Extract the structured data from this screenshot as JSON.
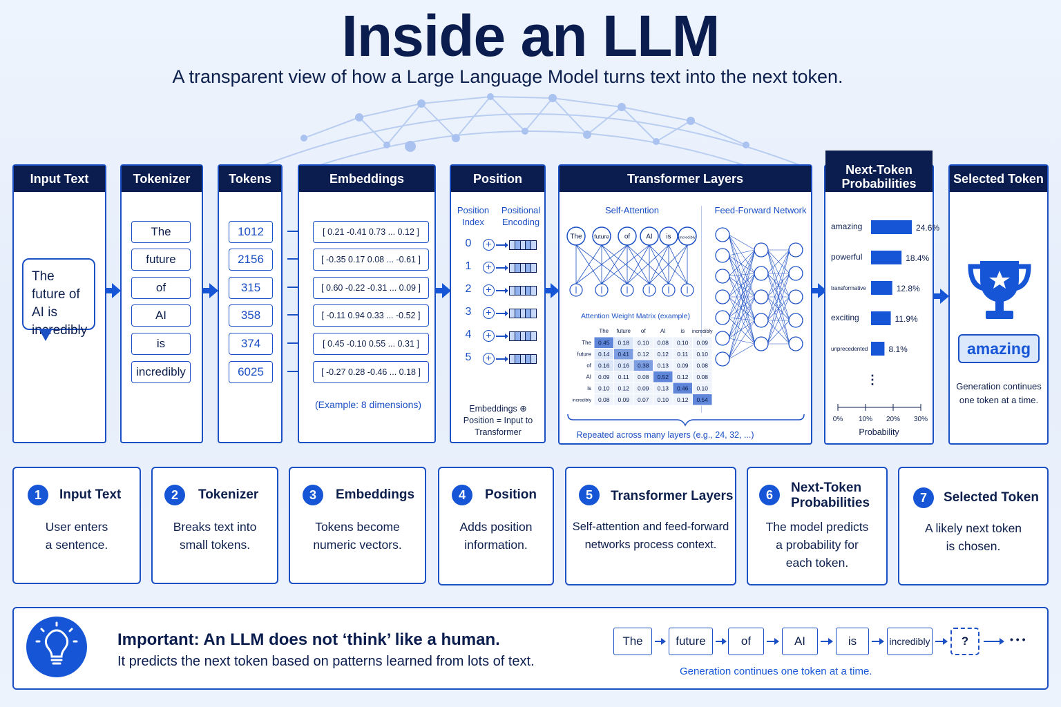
{
  "title": "Inside an LLM",
  "subtitle": "A transparent view of how a Large Language Model turns text into the next token.",
  "colors": {
    "navy": "#0b1d4e",
    "accent": "#1656d6",
    "border": "#1b4fc4",
    "bg": "#eaf1fc"
  },
  "panels": {
    "input": {
      "header": "Input Text",
      "text": "The future of AI is incredibly"
    },
    "tokenizer": {
      "header": "Tokenizer",
      "tokens": [
        "The",
        "future",
        "of",
        "AI",
        "is",
        "incredibly"
      ]
    },
    "tokens": {
      "header": "Tokens",
      "ids": [
        "1012",
        "2156",
        "315",
        "358",
        "374",
        "6025"
      ]
    },
    "embeddings": {
      "header": "Embeddings",
      "vectors": [
        "[ 0.21   -0.41   0.73  ...  0.12 ]",
        "[ -0.35   0.17   0.08  ...  -0.61 ]",
        "[ 0.60   -0.22   -0.31  ...  0.09 ]",
        "[ -0.11   0.94   0.33  ...  -0.52 ]",
        "[ 0.45   -0.10   0.55  ...  0.31 ]",
        "[ -0.27   0.28   -0.46  ...  0.18 ]"
      ],
      "note": "(Example: 8 dimensions)"
    },
    "position": {
      "header": "Position",
      "col_index": "Position Index",
      "col_encoding": "Positional Encoding",
      "indices": [
        "0",
        "1",
        "2",
        "3",
        "4",
        "5"
      ],
      "plus_symbol": "+",
      "footer": "Embeddings ⊕ Position = Input to Transformer"
    },
    "transformer": {
      "header": "Transformer Layers",
      "self_attention": "Self-Attention",
      "ffn": "Feed-Forward Network",
      "attention_tokens": [
        "The",
        "future",
        "of",
        "AI",
        "is",
        "incredibly"
      ],
      "matrix_title": "Attention Weight Matrix (example)",
      "matrix_cols": [
        "The",
        "future",
        "of",
        "AI",
        "is",
        "incredibly"
      ],
      "matrix_rows": [
        "The",
        "future",
        "of",
        "AI",
        "is",
        "incredibly"
      ],
      "matrix": [
        [
          "0.45",
          "0.18",
          "0.10",
          "0.08",
          "0.10",
          "0.09"
        ],
        [
          "0.14",
          "0.41",
          "0.12",
          "0.12",
          "0.11",
          "0.10"
        ],
        [
          "0.16",
          "0.16",
          "0.38",
          "0.13",
          "0.09",
          "0.08"
        ],
        [
          "0.09",
          "0.11",
          "0.08",
          "0.52",
          "0.12",
          "0.08"
        ],
        [
          "0.10",
          "0.12",
          "0.09",
          "0.13",
          "0.46",
          "0.10"
        ],
        [
          "0.08",
          "0.09",
          "0.07",
          "0.10",
          "0.12",
          "0.54"
        ]
      ],
      "repeat_note": "Repeated across many layers (e.g., 24, 32, ...)"
    },
    "probabilities": {
      "header": "Next-Token Probabilities",
      "xlabel": "Probability"
    },
    "selected": {
      "header": "Selected Token",
      "token": "amazing",
      "note": "Generation continues one token at a time.",
      "icon": "trophy-icon"
    }
  },
  "chart_data": {
    "type": "bar",
    "orientation": "horizontal",
    "categories": [
      "amazing",
      "powerful",
      "transformative",
      "exciting",
      "unprecedented"
    ],
    "values": [
      24.6,
      18.4,
      12.8,
      11.9,
      8.1
    ],
    "value_labels": [
      "24.6%",
      "18.4%",
      "12.8%",
      "11.9%",
      "8.1%"
    ],
    "xlabel": "Probability",
    "xlim": [
      0,
      30
    ],
    "xticks": [
      "0%",
      "10%",
      "20%",
      "30%"
    ],
    "more_symbol": "⋮"
  },
  "steps": [
    {
      "num": "1",
      "title": "Input Text",
      "desc": [
        "User enters",
        "a sentence."
      ]
    },
    {
      "num": "2",
      "title": "Tokenizer",
      "desc": [
        "Breaks text into",
        "small tokens."
      ]
    },
    {
      "num": "3",
      "title": "Embeddings",
      "desc": [
        "Tokens become",
        "numeric vectors."
      ]
    },
    {
      "num": "4",
      "title": "Position",
      "desc": [
        "Adds position",
        "information."
      ]
    },
    {
      "num": "5",
      "title": "Transformer Layers",
      "desc": [
        "Self-attention and feed-forward",
        "networks process context."
      ]
    },
    {
      "num": "6",
      "title": "Next-Token Probabilities",
      "title_lines": [
        "Next-Token",
        "Probabilities"
      ],
      "desc": [
        "The model predicts",
        "a probability for",
        "each token."
      ]
    },
    {
      "num": "7",
      "title": "Selected Token",
      "desc": [
        "A likely next token",
        "is chosen."
      ]
    }
  ],
  "note": {
    "heading": "Important: An LLM does not ‘think’ like a human.",
    "body": "It predicts the next token based on patterns learned from lots of text.",
    "icon": "lightbulb-icon",
    "sequence": [
      "The",
      "future",
      "of",
      "AI",
      "is",
      "incredibly",
      "?"
    ],
    "ellipsis": "• • •",
    "caption": "Generation continues one token at a time."
  }
}
